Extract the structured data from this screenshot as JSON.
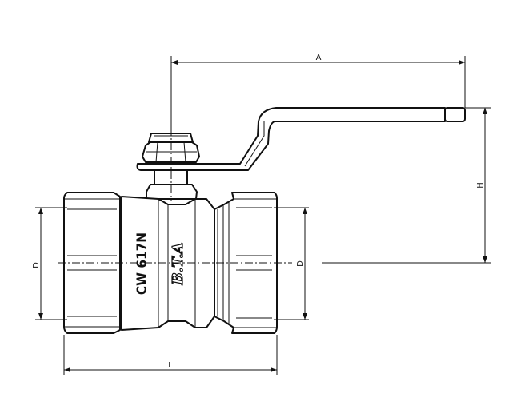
{
  "dimensions": {
    "length": "L",
    "height": "H",
    "handle_length": "A",
    "thread_left": "D",
    "thread_right": "D"
  },
  "body_marking": "CW 617N",
  "logo": "B.T.A"
}
